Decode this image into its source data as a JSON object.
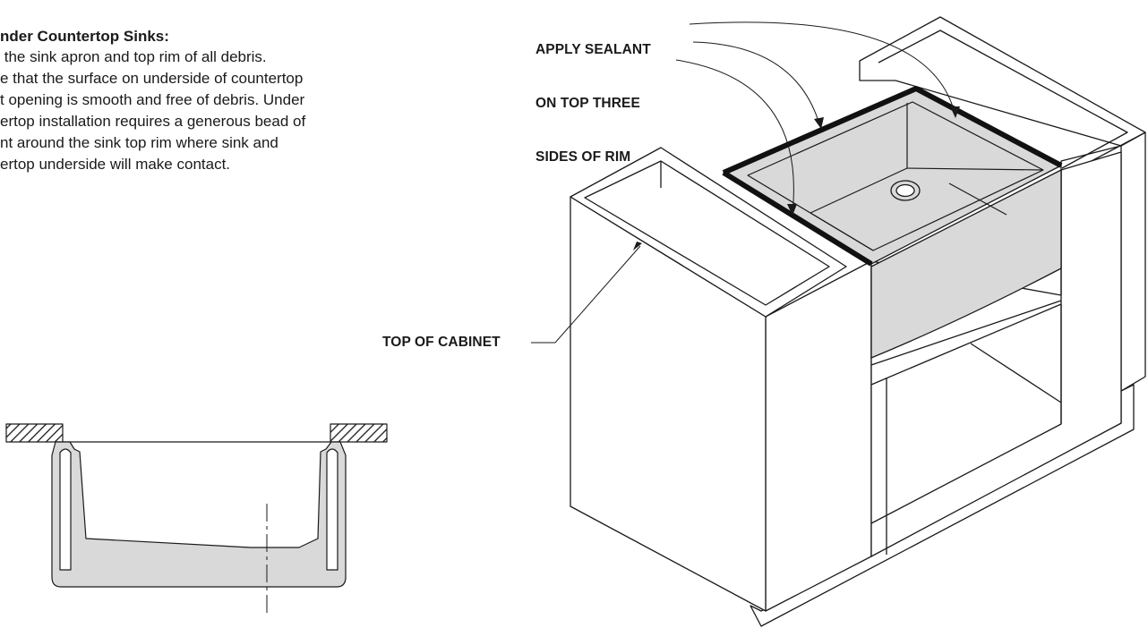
{
  "instructions": {
    "heading": "nder Countertop Sinks:",
    "lines": [
      " the sink apron and top rim of all debris.",
      "e that the surface on underside of countertop",
      "t opening is smooth and free of debris. Under",
      "ertop installation requires a generous bead of",
      "nt around the sink top rim where sink and",
      "ertop underside will make contact."
    ]
  },
  "callouts": {
    "sealant": [
      "APPLY SEALANT",
      "ON TOP THREE",
      "SIDES OF RIM"
    ],
    "cabinet": "TOP OF CABINET"
  },
  "colors": {
    "line": "#1a1a1a",
    "sink_fill": "#d9d9d9",
    "background": "#ffffff"
  }
}
